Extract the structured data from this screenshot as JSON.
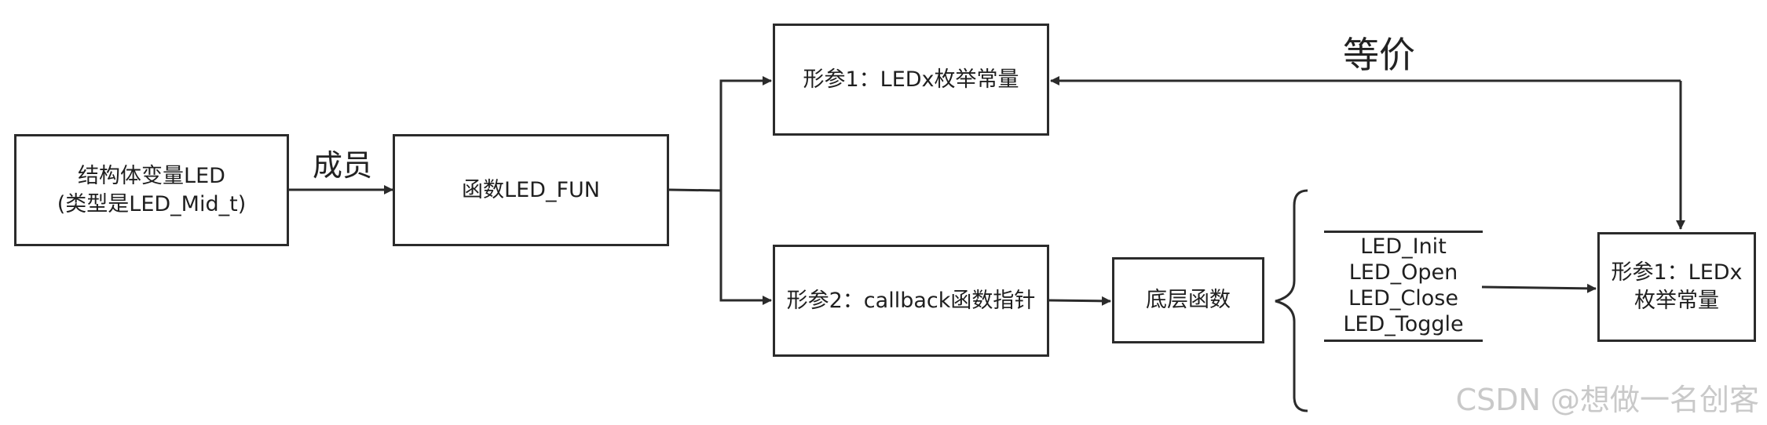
{
  "nodes": {
    "led_struct": {
      "line1": "结构体变量LED",
      "line2": "(类型是LED_Mid_t)"
    },
    "led_fun": {
      "label": "函数LED_FUN"
    },
    "param1_top": {
      "label": "形参1：LEDx枚举常量"
    },
    "param2": {
      "label": "形参2：callback函数指针"
    },
    "base_func": {
      "label": "底层函数"
    },
    "param1_right": {
      "line1": "形参1：LEDx",
      "line2": "枚举常量"
    }
  },
  "edge_labels": {
    "member": "成员",
    "equivalent": "等价"
  },
  "func_list": [
    "LED_Init",
    "LED_Open",
    "LED_Close",
    "LED_Toggle"
  ],
  "watermark": "CSDN @想做一名创客"
}
